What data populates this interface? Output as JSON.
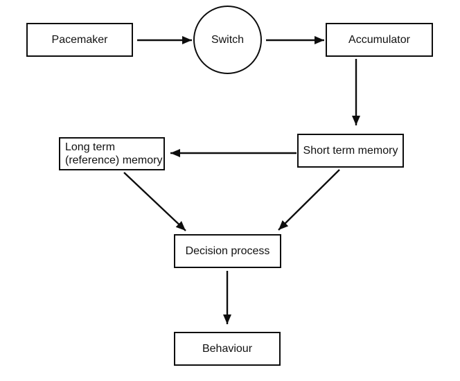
{
  "diagram": {
    "nodes": {
      "pacemaker": {
        "label": "Pacemaker",
        "shape": "rectangle"
      },
      "switch": {
        "label": "Switch",
        "shape": "circle"
      },
      "accumulator": {
        "label": "Accumulator",
        "shape": "rectangle"
      },
      "short_term_memory": {
        "label": "Short term memory",
        "shape": "rectangle"
      },
      "long_term_memory": {
        "label": "Long term (reference) memory",
        "line1": "Long term",
        "line2": "(reference) memory",
        "shape": "rectangle"
      },
      "decision_process": {
        "label": "Decision process",
        "shape": "rectangle"
      },
      "behaviour": {
        "label": "Behaviour",
        "shape": "rectangle"
      }
    },
    "edges": [
      {
        "from": "Pacemaker",
        "to": "Switch"
      },
      {
        "from": "Switch",
        "to": "Accumulator"
      },
      {
        "from": "Accumulator",
        "to": "Short term memory"
      },
      {
        "from": "Short term memory",
        "to": "Long term (reference) memory"
      },
      {
        "from": "Long term (reference) memory",
        "to": "Decision process"
      },
      {
        "from": "Short term memory",
        "to": "Decision process"
      },
      {
        "from": "Decision process",
        "to": "Behaviour"
      }
    ],
    "colors": {
      "line": "#0d0d0d",
      "box_border": "#0d0d0d",
      "box_fill": "#ffffff",
      "background": "#ffffff",
      "text": "#111111"
    }
  }
}
